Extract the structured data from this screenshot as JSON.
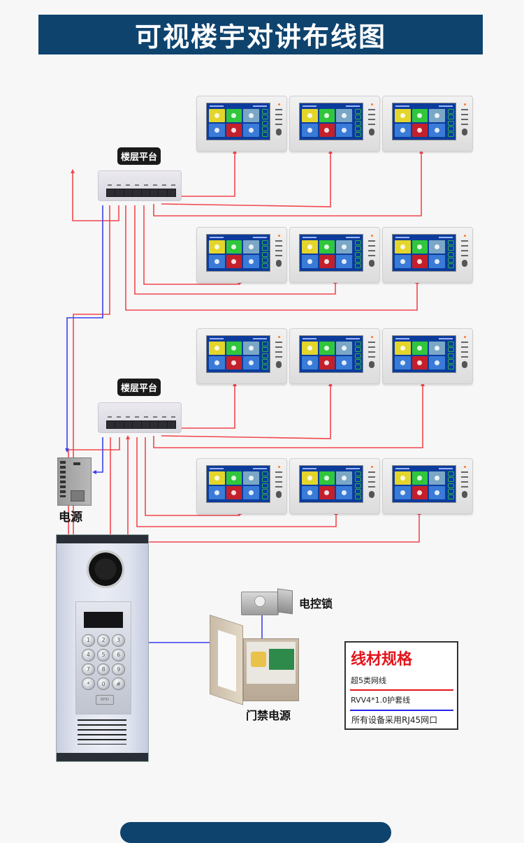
{
  "title": "可视楼宇对讲布线图",
  "floor_switches": [
    {
      "label": "楼层平台"
    },
    {
      "label": "楼层平台"
    }
  ],
  "monitor_groups": 4,
  "monitors_per_row": 3,
  "monitor_screen": {
    "tile_colors": [
      "#e4d52b",
      "#31c63c",
      "#7ba7c6",
      "#3a7bd8",
      "#c3202b",
      "#3a7bd8"
    ]
  },
  "power_supply": {
    "label": "电源"
  },
  "electric_lock": {
    "label": "电控锁"
  },
  "access_power": {
    "label": "门禁电源"
  },
  "door_panel": {
    "keys": [
      "1",
      "2",
      "3",
      "4",
      "5",
      "6",
      "7",
      "8",
      "9",
      "*",
      "0",
      "#"
    ],
    "rfid_label": "RFID"
  },
  "legend": {
    "title": "线材规格",
    "items": [
      {
        "label": "超5类网线",
        "color": "#e3141b"
      },
      {
        "label": "RVV4*1.0护套线",
        "color": "#2224e6"
      },
      {
        "label": "所有设备采用RJ45网口",
        "color": null
      }
    ]
  },
  "colors": {
    "banner": "#0e436e",
    "network_wire": "#f2474d",
    "power_wire": "#3a3ff0",
    "legend_title": "#e3141b"
  }
}
